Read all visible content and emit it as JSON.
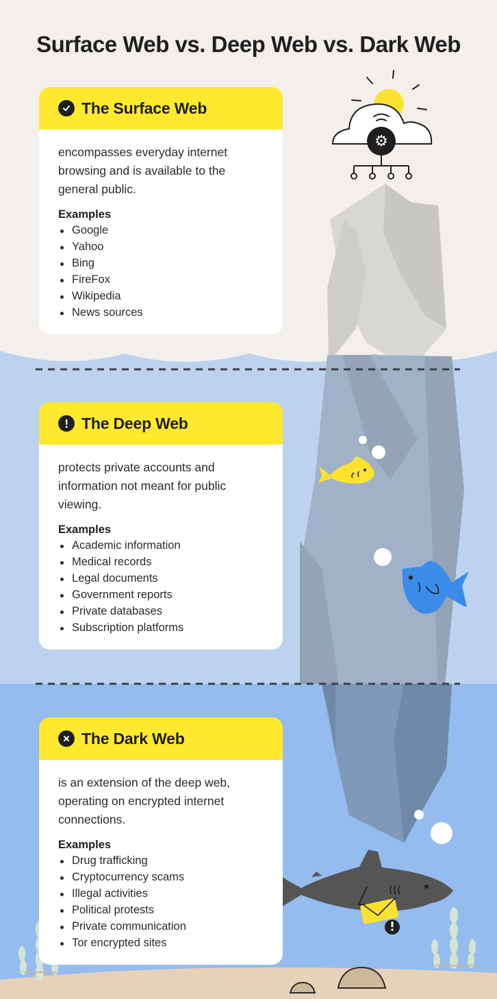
{
  "title": "Surface Web vs. Deep Web vs. Dark Web",
  "colors": {
    "background_surface": "#f3f0ec",
    "background_deep": "#bdd2ef",
    "background_dark": "#94bcef",
    "sand": "#e8d1b9",
    "card_header": "#ffe92e",
    "text": "#1f1f1f",
    "shark": "#555555",
    "blue_fish": "#3b8beb",
    "yellow_fish": "#ffe22e"
  },
  "sections": [
    {
      "id": "surface",
      "icon": "check-circle-icon",
      "title": "The Surface Web",
      "description": "encompasses everyday internet browsing and is available to the general public.",
      "examples_label": "Examples",
      "examples": [
        "Google",
        "Yahoo",
        "Bing",
        "FireFox",
        "Wikipedia",
        "News sources"
      ]
    },
    {
      "id": "deep",
      "icon": "exclamation-circle-icon",
      "title": "The Deep Web",
      "description": "protects private accounts and information not meant for public viewing.",
      "examples_label": "Examples",
      "examples": [
        "Academic information",
        "Medical records",
        "Legal documents",
        "Government reports",
        "Private databases",
        "Subscription platforms"
      ]
    },
    {
      "id": "dark",
      "icon": "x-circle-icon",
      "title": "The Dark Web",
      "description": "is an extension of the deep web, operating on encrypted internet connections.",
      "examples_label": "Examples",
      "examples": [
        "Drug trafficking",
        "Cryptocurrency scams",
        "Illegal activities",
        "Political protests",
        "Private communication",
        "Tor encrypted sites"
      ]
    }
  ],
  "illustrations": [
    "cloud-network-icon",
    "sun-icon",
    "gear-icon",
    "iceberg",
    "yellow-fish",
    "blue-fish",
    "shark",
    "envelope-icon",
    "seaweed",
    "rocks",
    "bubbles"
  ]
}
